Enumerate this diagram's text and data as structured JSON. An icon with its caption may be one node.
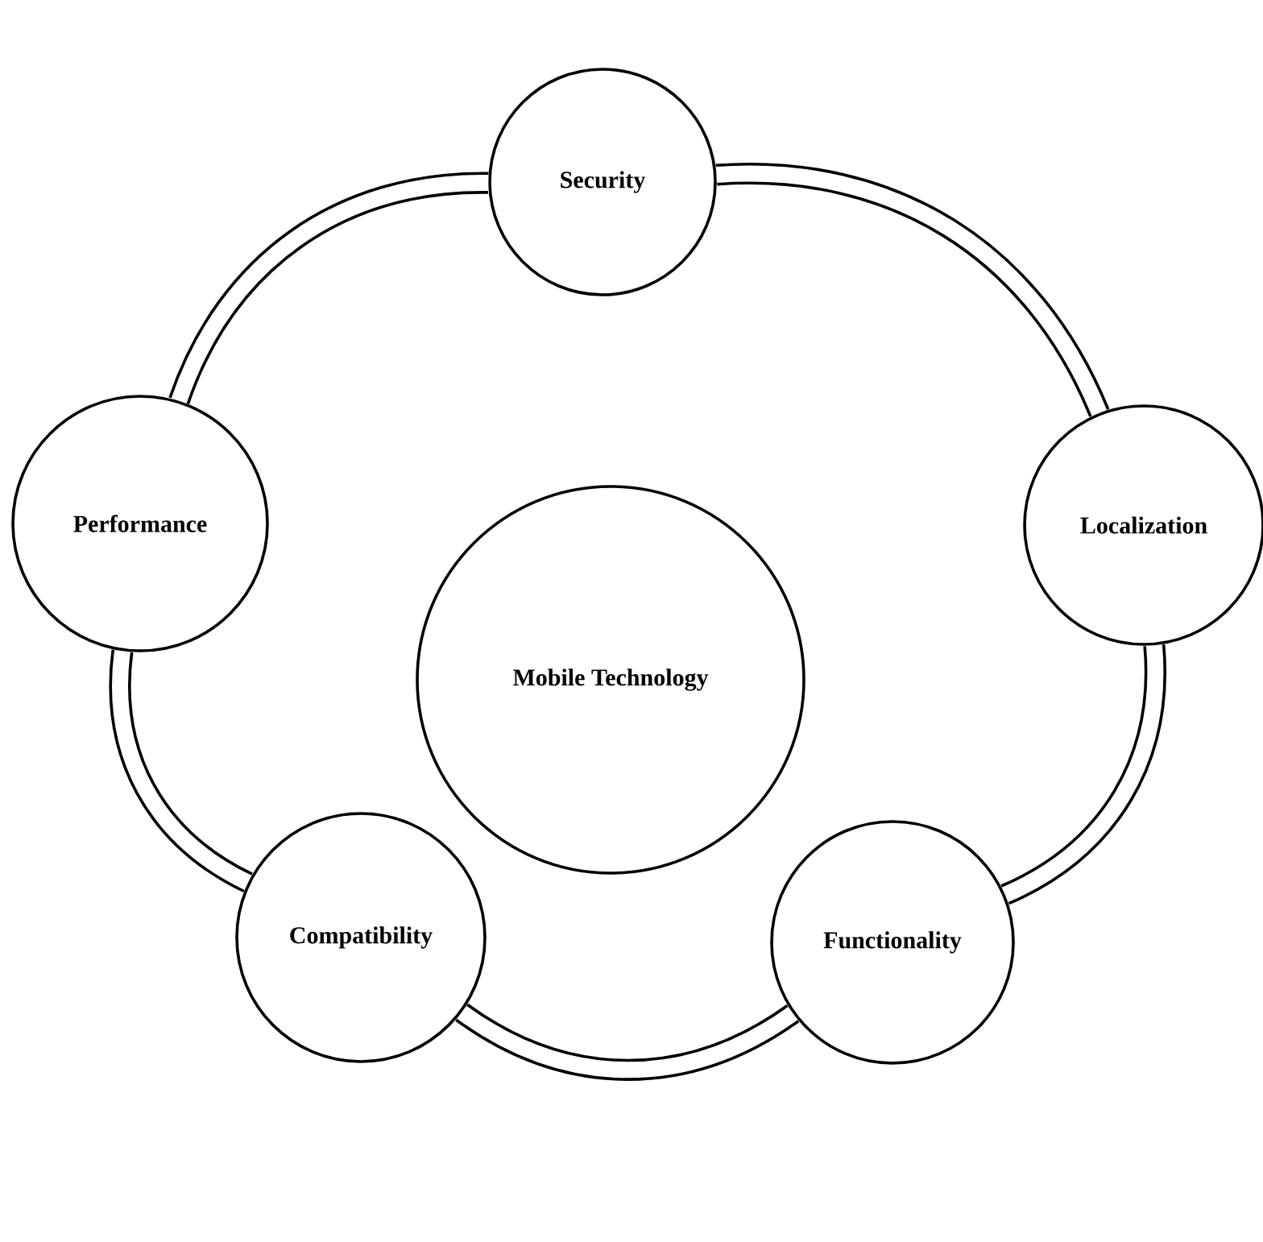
{
  "diagram": {
    "nodes": [
      {
        "text": [
          "Security"
        ]
      },
      {
        "text": [
          "Localization"
        ]
      },
      {
        "text": [
          "Functionality"
        ]
      },
      {
        "text": [
          "Compatibility"
        ]
      },
      {
        "text": [
          "Performance"
        ]
      },
      {
        "text": [
          "Mobile Technology"
        ]
      }
    ],
    "edges": [
      {
        "from": 0,
        "to": 1,
        "arrow": "none"
      },
      {
        "from": 1,
        "to": 2,
        "arrow": "none"
      },
      {
        "from": 2,
        "to": 3,
        "arrow": "none"
      },
      {
        "from": 3,
        "to": 4,
        "arrow": "none"
      },
      {
        "from": 4,
        "to": 0,
        "arrow": "none"
      }
    ]
  }
}
